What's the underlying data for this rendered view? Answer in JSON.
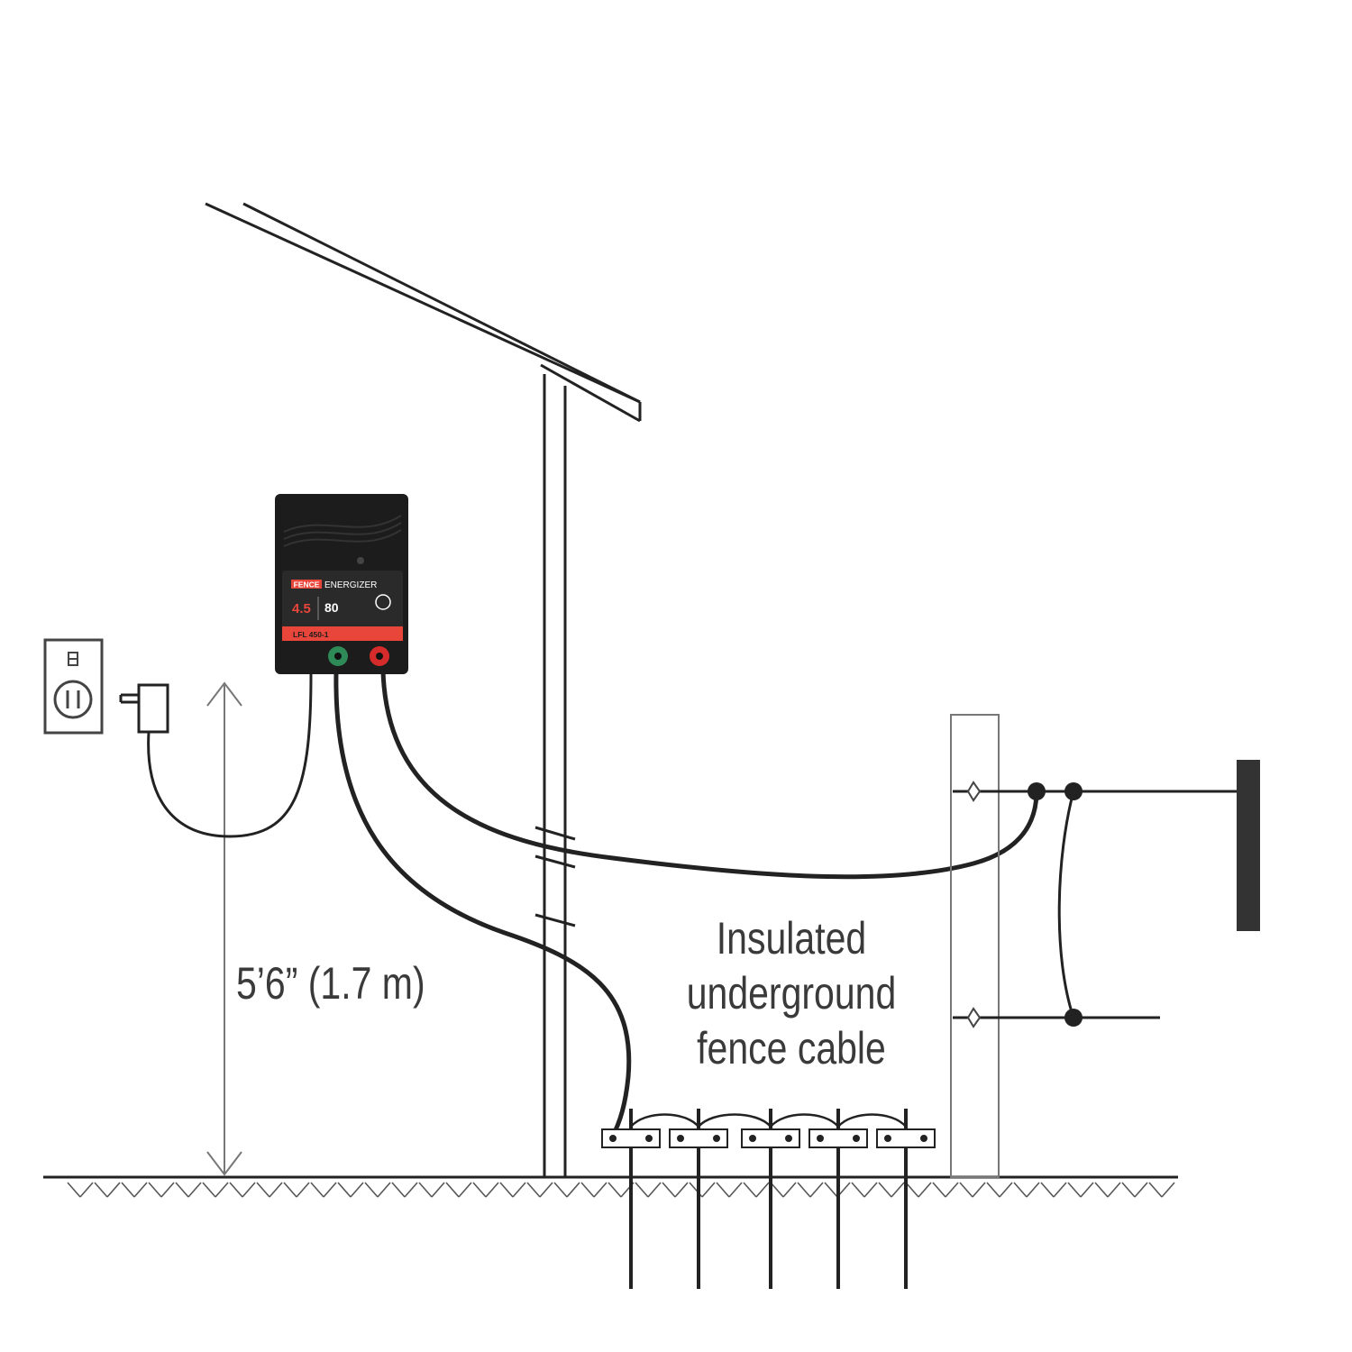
{
  "labels": {
    "height": "5’6” (1.7 m)",
    "cable": [
      "Insulated",
      "underground",
      "fence cable"
    ]
  },
  "energizer": {
    "brand_highlight": "FENCE",
    "brand": "ENERGIZER",
    "joules": "4.5",
    "miles": "80",
    "model": "LFL 450-1"
  },
  "colors": {
    "line": "#222222",
    "energizer_body": "#1c1c1c",
    "energizer_accent": "#e8463a",
    "ground_terminal": "#2e8b57",
    "fence_terminal": "#d62b2b"
  }
}
